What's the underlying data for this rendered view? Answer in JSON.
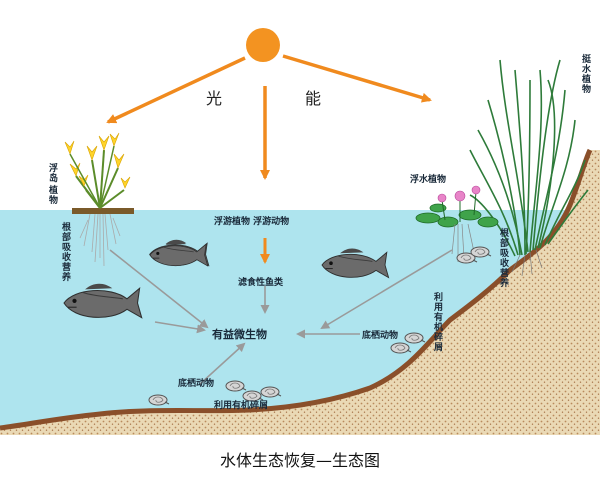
{
  "energy": {
    "char1": "光",
    "char2": "能"
  },
  "labels": {
    "floating_island_plants": [
      "浮",
      "岛",
      "植",
      "物"
    ],
    "root_absorb_left": [
      "根",
      "部",
      "吸",
      "收",
      "营",
      "养"
    ],
    "plankton": "浮游植物 浮游动物",
    "filter_fish": "滤食性鱼类",
    "microbes": "有益微生物",
    "benthic_mid": "底栖动物",
    "benthic_bottom": "底栖动物",
    "organic_use_bottom": "利用有机碎屑",
    "floating_plants": "浮水植物",
    "emergent_plants": [
      "挺",
      "水",
      "植",
      "物"
    ],
    "root_absorb_right": [
      "根",
      "部",
      "吸",
      "收",
      "营",
      "养"
    ],
    "organic_use_right": [
      "利",
      "用",
      "有",
      "机",
      "碎",
      "屑"
    ]
  },
  "caption": "水体生态恢复—生态图",
  "colors": {
    "water": "#aee4ee",
    "sun": "#f39321",
    "arrow_orange": "#f08a1e",
    "arrow_gray": "#9a9a9a",
    "soil": "#e8d9bb",
    "soil_edge": "#8a4f2a",
    "grass": "#2e7b3a",
    "flower_yellow": "#ffd42a",
    "flower_pink": "#e884c8"
  },
  "icons": [
    "sun-icon",
    "fish-icon",
    "snail-icon",
    "plant-icon",
    "flower-icon"
  ]
}
